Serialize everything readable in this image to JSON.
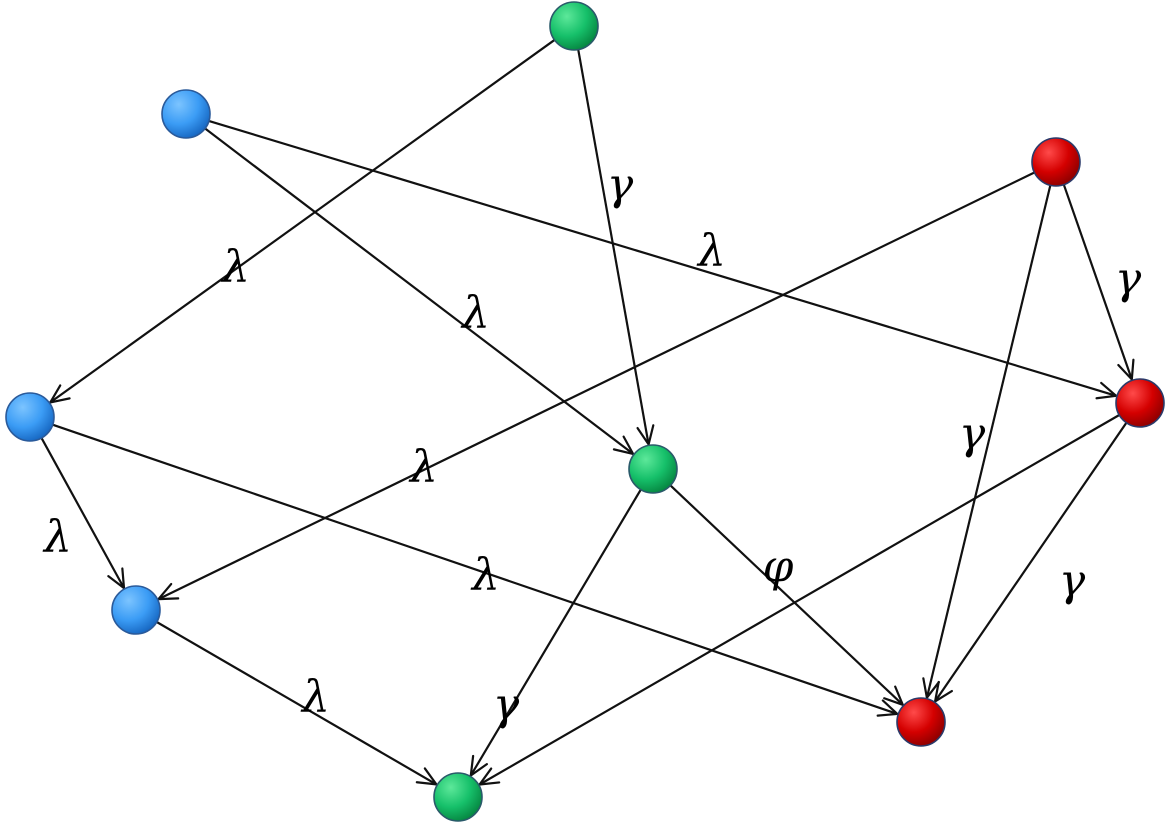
{
  "colors": {
    "blue": "#3b9cf5",
    "blue_dark": "#1565c0",
    "blue_stroke": "#2a5a9a",
    "green": "#16c06a",
    "green_dark": "#05843f",
    "green_stroke": "#2a5a6a",
    "red": "#d40000",
    "red_dark": "#8a0000",
    "red_stroke": "#2a3a6a",
    "edge": "#111111"
  },
  "nodes": [
    {
      "id": "g-top",
      "color": "green"
    },
    {
      "id": "b-top",
      "color": "blue"
    },
    {
      "id": "r-top",
      "color": "red"
    },
    {
      "id": "b-mid",
      "color": "blue"
    },
    {
      "id": "r-mid",
      "color": "red"
    },
    {
      "id": "g-mid",
      "color": "green"
    },
    {
      "id": "b-low",
      "color": "blue"
    },
    {
      "id": "r-low",
      "color": "red"
    },
    {
      "id": "g-low",
      "color": "green"
    }
  ],
  "edges": [
    {
      "from": "g-top",
      "to": "b-mid",
      "label": "λ"
    },
    {
      "from": "g-top",
      "to": "g-mid",
      "label": "γ"
    },
    {
      "from": "b-top",
      "to": "g-mid",
      "label": "λ"
    },
    {
      "from": "b-top",
      "to": "r-mid",
      "label": "λ"
    },
    {
      "from": "r-top",
      "to": "r-mid",
      "label": "γ"
    },
    {
      "from": "r-top",
      "to": "r-low",
      "label": "γ"
    },
    {
      "from": "r-top",
      "to": "b-low",
      "label": "λ"
    },
    {
      "from": "b-mid",
      "to": "b-low",
      "label": "λ"
    },
    {
      "from": "b-mid",
      "to": "r-low",
      "label": "λ"
    },
    {
      "from": "r-mid",
      "to": "r-low",
      "label": "γ"
    },
    {
      "from": "r-mid",
      "to": "g-low",
      "label": ""
    },
    {
      "from": "g-mid",
      "to": "r-low",
      "label": "φ"
    },
    {
      "from": "g-mid",
      "to": "g-low",
      "label": "γ"
    },
    {
      "from": "b-low",
      "to": "g-low",
      "label": "λ"
    }
  ]
}
